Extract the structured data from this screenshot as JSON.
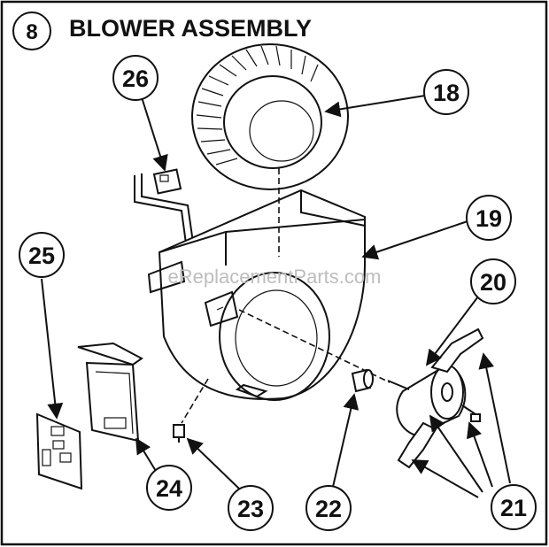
{
  "diagram": {
    "section_number": "8",
    "title": "BLOWER ASSEMBLY",
    "watermark": "eReplacementParts.com",
    "callouts": [
      "18",
      "19",
      "20",
      "21",
      "22",
      "23",
      "24",
      "25",
      "26"
    ]
  }
}
